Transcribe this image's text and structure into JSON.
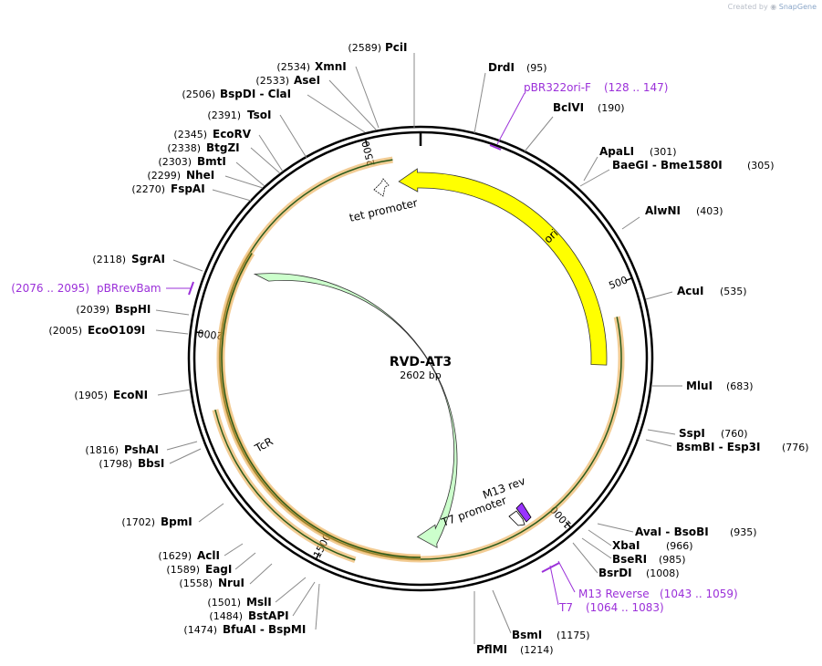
{
  "credit": {
    "prefix": "Created by",
    "brand": "SnapGene"
  },
  "plasmid": {
    "name": "RVD-AT3",
    "size": "2602 bp",
    "length_bp": 2602
  },
  "ruler": [
    {
      "bp": 500,
      "label": "500"
    },
    {
      "bp": 1000,
      "label": "1000"
    },
    {
      "bp": 1500,
      "label": "1500"
    },
    {
      "bp": 2000,
      "label": "2000"
    },
    {
      "bp": 2500,
      "label": "2500"
    }
  ],
  "features": [
    {
      "name": "ori",
      "color": "#ffff00",
      "type": "arc"
    },
    {
      "name": "TcR",
      "color": "#ccffcc",
      "type": "arc"
    },
    {
      "name": "tet promoter",
      "color": "#ffffff",
      "type": "small"
    },
    {
      "name": "M13 rev",
      "color": "#9933ff",
      "type": "small"
    },
    {
      "name": "T7 promoter",
      "color": "#ffffff",
      "type": "small"
    }
  ],
  "orfs": [
    {
      "name": "ori-orf",
      "color": "#e8a33c"
    },
    {
      "name": "TcR-orf-outer",
      "color": "#e8a33c"
    },
    {
      "name": "TcR-orf-inner",
      "color": "#e8a33c"
    }
  ],
  "enzymes_right": [
    {
      "name": "DrdI",
      "pos": "(95)"
    },
    {
      "name": "BclVI",
      "pos": "(190)"
    },
    {
      "name": "ApaLI",
      "pos": "(301)"
    },
    {
      "name": "BaeGI - Bme1580I",
      "pos": "(305)"
    },
    {
      "name": "AlwNI",
      "pos": "(403)"
    },
    {
      "name": "AcuI",
      "pos": "(535)"
    },
    {
      "name": "MluI",
      "pos": "(683)"
    },
    {
      "name": "SspI",
      "pos": "(760)"
    },
    {
      "name": "BsmBI - Esp3I",
      "pos": "(776)"
    },
    {
      "name": "AvaI - BsoBI",
      "pos": "(935)"
    },
    {
      "name": "XbaI",
      "pos": "(966)"
    },
    {
      "name": "BseRI",
      "pos": "(985)"
    },
    {
      "name": "BsrDI",
      "pos": "(1008)"
    },
    {
      "name": "BsmI",
      "pos": "(1175)"
    },
    {
      "name": "PflMI",
      "pos": "(1214)"
    }
  ],
  "enzymes_left": [
    {
      "name": "PciI",
      "pos": "(2589)"
    },
    {
      "name": "XmnI",
      "pos": "(2534)"
    },
    {
      "name": "AseI",
      "pos": "(2533)"
    },
    {
      "name": "BspDI - ClaI",
      "pos": "(2506)"
    },
    {
      "name": "TsoI",
      "pos": "(2391)"
    },
    {
      "name": "EcoRV",
      "pos": "(2345)"
    },
    {
      "name": "BtgZI",
      "pos": "(2338)"
    },
    {
      "name": "BmtI",
      "pos": "(2303)"
    },
    {
      "name": "NheI",
      "pos": "(2299)"
    },
    {
      "name": "FspAI",
      "pos": "(2270)"
    },
    {
      "name": "SgrAI",
      "pos": "(2118)"
    },
    {
      "name": "BspHI",
      "pos": "(2039)"
    },
    {
      "name": "EcoO109I",
      "pos": "(2005)"
    },
    {
      "name": "EcoNI",
      "pos": "(1905)"
    },
    {
      "name": "PshAI",
      "pos": "(1816)"
    },
    {
      "name": "BbsI",
      "pos": "(1798)"
    },
    {
      "name": "BpmI",
      "pos": "(1702)"
    },
    {
      "name": "AclI",
      "pos": "(1629)"
    },
    {
      "name": "EagI",
      "pos": "(1589)"
    },
    {
      "name": "NruI",
      "pos": "(1558)"
    },
    {
      "name": "MslI",
      "pos": "(1501)"
    },
    {
      "name": "BstAPI",
      "pos": "(1484)"
    },
    {
      "name": "BfuAI - BspMI",
      "pos": "(1474)"
    }
  ],
  "primers": [
    {
      "name": "pBR322ori-F",
      "range": "(128 .. 147)"
    },
    {
      "name": "M13 Reverse",
      "range": "(1043 .. 1059)"
    },
    {
      "name": "T7",
      "range": "(1064 .. 1083)"
    },
    {
      "name": "pBRrevBam",
      "range": "(2076 .. 2095)"
    }
  ]
}
